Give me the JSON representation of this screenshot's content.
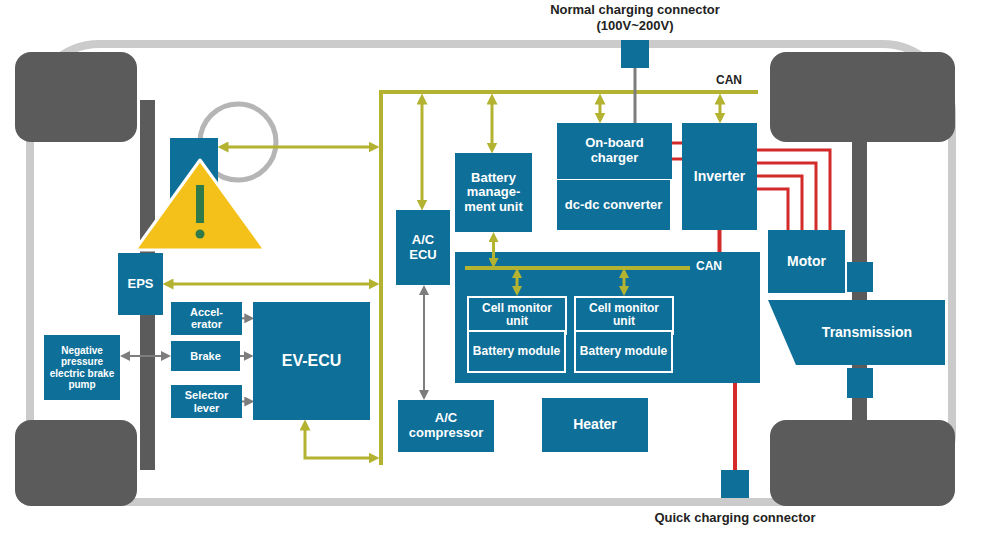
{
  "diagram": {
    "nodes": [
      {
        "text": [
          "Battery manage- ment unit"
        ]
      },
      {
        "text": [
          "On-board charger"
        ]
      },
      {
        "text": [
          "dc-dc converter"
        ]
      },
      {
        "text": [
          "Inverter"
        ]
      },
      {
        "text": [
          "A/C ECU"
        ]
      },
      {
        "text": [
          "CAN"
        ]
      },
      {
        "text": [
          "Cell monitor unit"
        ],
        "in": 5
      },
      {
        "text": [
          "Battery module"
        ],
        "in": 5
      },
      {
        "text": [
          "Cell monitor unit"
        ],
        "in": 5
      },
      {
        "text": [
          "Battery module"
        ],
        "in": 5
      },
      {
        "text": [
          "Motor"
        ]
      },
      {
        "text": [
          "Transmission"
        ]
      },
      {
        "text": [
          "EPS"
        ]
      },
      {
        "text": [
          "Accel- erator"
        ]
      },
      {
        "text": [
          "Brake"
        ]
      },
      {
        "text": [
          "Selector lever"
        ]
      },
      {
        "text": [
          "EV-ECU"
        ]
      },
      {
        "text": [
          "Negative pressure electric brake pump"
        ]
      },
      {
        "text": [
          "A/C compressor"
        ]
      },
      {
        "text": [
          "Heater"
        ]
      }
    ],
    "edges": [
      {
        "from": 4,
        "to": 18,
        "arrow": "both"
      },
      {
        "from": 0,
        "to": 5,
        "arrow": "both"
      },
      {
        "from": 5,
        "to": 6,
        "arrow": "both"
      },
      {
        "from": 5,
        "to": 8,
        "arrow": "both"
      },
      {
        "from": 1,
        "to": 3,
        "arrow": "none"
      },
      {
        "from": 3,
        "to": 10,
        "arrow": "none"
      },
      {
        "from": 3,
        "to": 5,
        "arrow": "none"
      },
      {
        "from": 13,
        "to": 16,
        "arrow": "to"
      },
      {
        "from": 14,
        "to": 16,
        "arrow": "to"
      },
      {
        "from": 15,
        "to": 16,
        "arrow": "to"
      },
      {
        "from": 17,
        "to": 14,
        "arrow": "both"
      }
    ],
    "labels": [
      "Normal charging connector (100V~200V)",
      "CAN",
      "Quick charging connector"
    ]
  }
}
